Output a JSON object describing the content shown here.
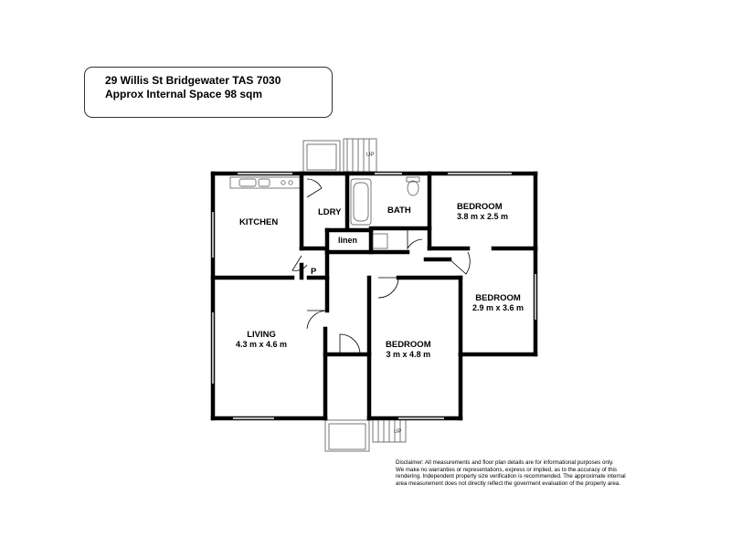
{
  "title": {
    "address": "29 Willis St Bridgewater TAS 7030",
    "area": "Approx Internal Space 98 sqm"
  },
  "rooms": {
    "kitchen": {
      "name": "KITCHEN"
    },
    "laundry": {
      "name": "LDRY"
    },
    "bath": {
      "name": "BATH"
    },
    "bedroom1": {
      "name": "BEDROOM",
      "dims": "3.8 m x 2.5 m"
    },
    "linen": {
      "name": "linen"
    },
    "pantry": {
      "name": "P"
    },
    "bedroom2": {
      "name": "BEDROOM",
      "dims": "2.9 m x 3.6 m"
    },
    "living": {
      "name": "LIVING",
      "dims": "4.3 m x 4.6 m"
    },
    "bedroom3": {
      "name": "BEDROOM",
      "dims": "3 m x 4.8 m"
    }
  },
  "stairs": {
    "rear": "UP",
    "front": "UP"
  },
  "disclaimer": [
    "Disclaimer: All measurements and floor plan details are for informational purposes only.",
    "We  make no warranties or representations, express or implied, as to the accuracy of this",
    "rendering. Independent property size verification is recommended. The approximate internal",
    "area measurement does not directly reflect the goverment evaluation of the property area."
  ]
}
